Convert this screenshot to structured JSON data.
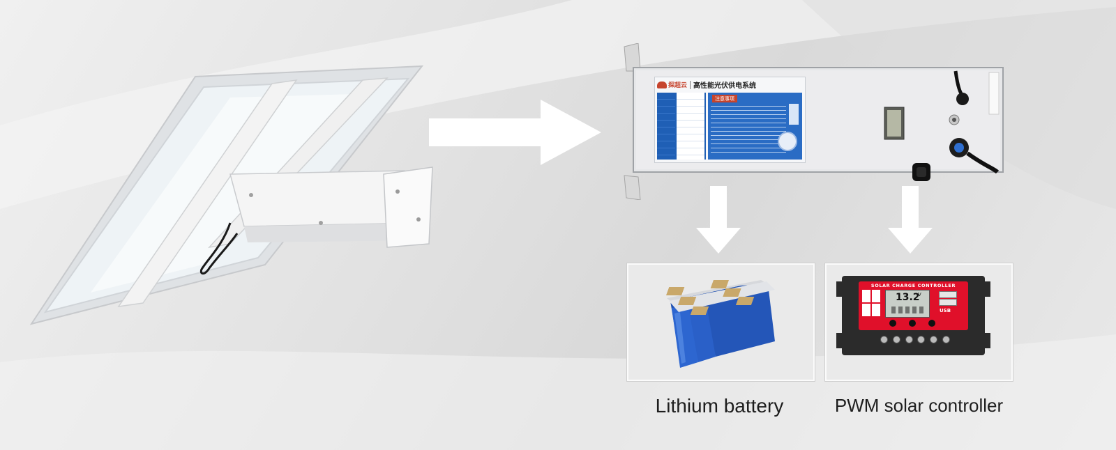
{
  "labels": {
    "battery_caption": "Lithium battery",
    "controller_caption": "PWM solar controller"
  },
  "battery_box": {
    "brand": "探超云",
    "title": "高性能光伏供电系统",
    "notice": "注意事项"
  },
  "controller": {
    "title": "SOLAR CHARGE CONTROLLER",
    "reading": "13.2",
    "unit": "V",
    "usb_label": "USB"
  },
  "colors": {
    "arrow": "#ffffff",
    "controller_red": "#e0102a",
    "label_blue": "#1f5fb5",
    "battery_blue": "#2760c8"
  }
}
